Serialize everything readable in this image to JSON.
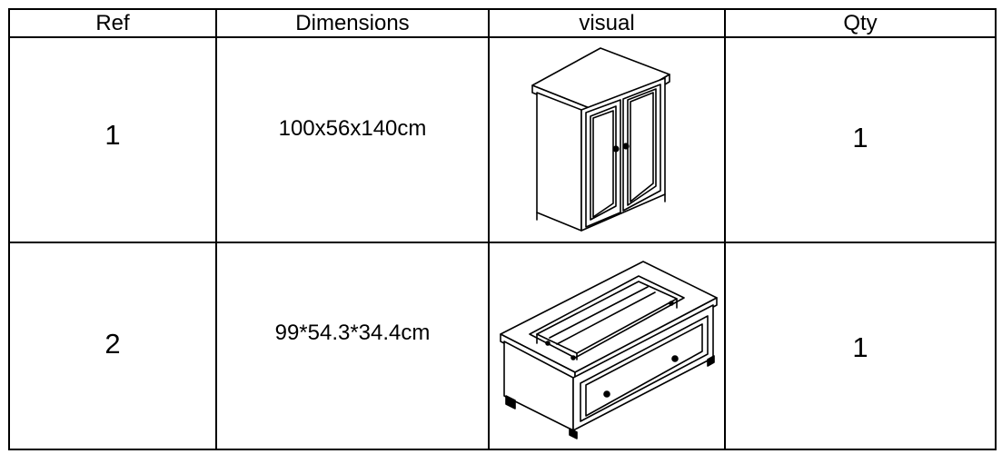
{
  "table": {
    "headers": {
      "ref": "Ref",
      "dimensions": "Dimensions",
      "visual": "visual",
      "qty": "Qty"
    },
    "rows": [
      {
        "ref": "1",
        "dimensions": "100x56x140cm",
        "visual_icon": "wardrobe-icon",
        "qty": "1"
      },
      {
        "ref": "2",
        "dimensions": "99*54.3*34.4cm",
        "visual_icon": "coffee-table-icon",
        "qty": "1"
      }
    ]
  }
}
